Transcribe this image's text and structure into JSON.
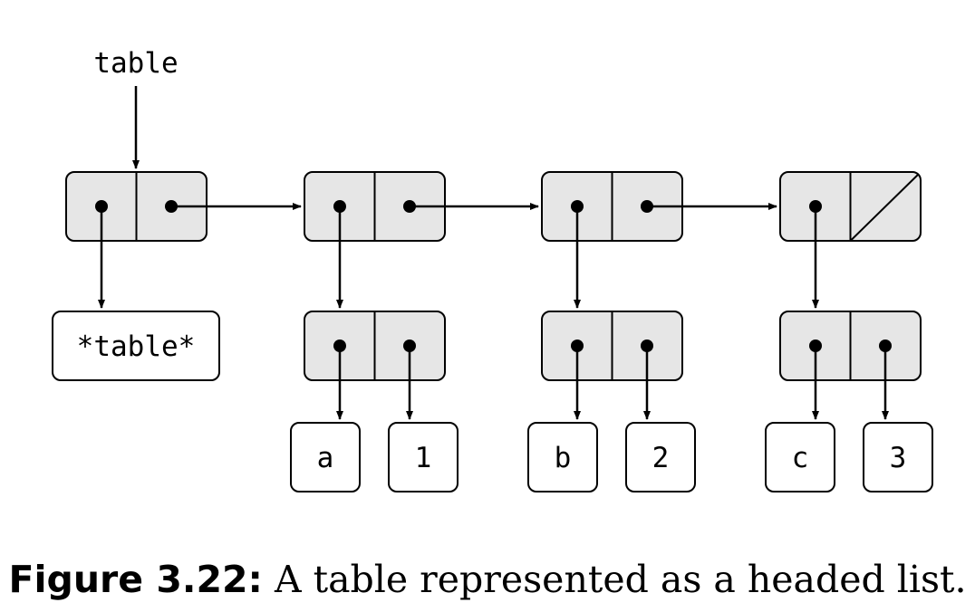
{
  "pointer_label": "table",
  "header_symbol": "*table*",
  "records": [
    {
      "key": "a",
      "value": "1"
    },
    {
      "key": "b",
      "value": "2"
    },
    {
      "key": "c",
      "value": "3"
    }
  ],
  "caption": {
    "label": "Figure 3.22:",
    "text": " A table represented as a headed list."
  },
  "colors": {
    "cell_fill": "#e6e6e6",
    "stroke": "#000000"
  }
}
